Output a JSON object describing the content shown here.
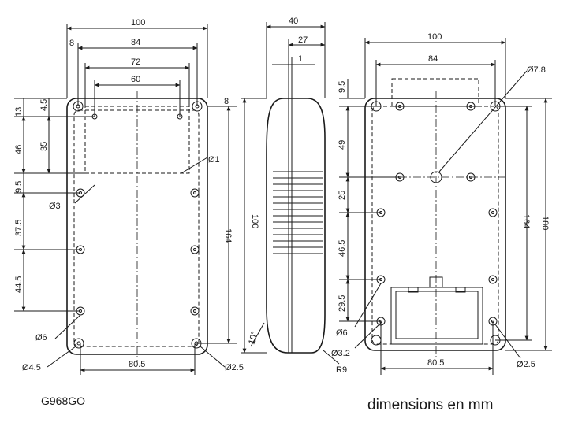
{
  "drawing": {
    "model_code": "G968GO",
    "units_caption": "dimensions en mm",
    "ink_color": "#1a1a1a",
    "paper_color": "#ffffff"
  },
  "front_view": {
    "top_dims": [
      "100",
      "8",
      "84",
      "72",
      "60"
    ],
    "left_dims": [
      "13",
      "4.5",
      "46",
      "35",
      "9.5",
      "37.5",
      "44.5"
    ],
    "right_dims": [
      "8",
      "164"
    ],
    "callouts": [
      "Ø1",
      "Ø3",
      "Ø6",
      "Ø4.5",
      "Ø2.5"
    ],
    "bottom_dim": "80.5"
  },
  "side_view": {
    "top_dims": [
      "40",
      "27",
      "1"
    ],
    "height_dim": "100",
    "angle_dim": "10°",
    "radius_dim": "R9"
  },
  "back_view": {
    "top_dims": [
      "100",
      "84"
    ],
    "left_dims": [
      "9.5",
      "49",
      "25",
      "46.5",
      "29.5"
    ],
    "right_dims": [
      "164",
      "180"
    ],
    "callouts": [
      "Ø7.8",
      "Ø6",
      "Ø3.2",
      "Ø2.5"
    ],
    "bottom_dim": "80.5"
  }
}
